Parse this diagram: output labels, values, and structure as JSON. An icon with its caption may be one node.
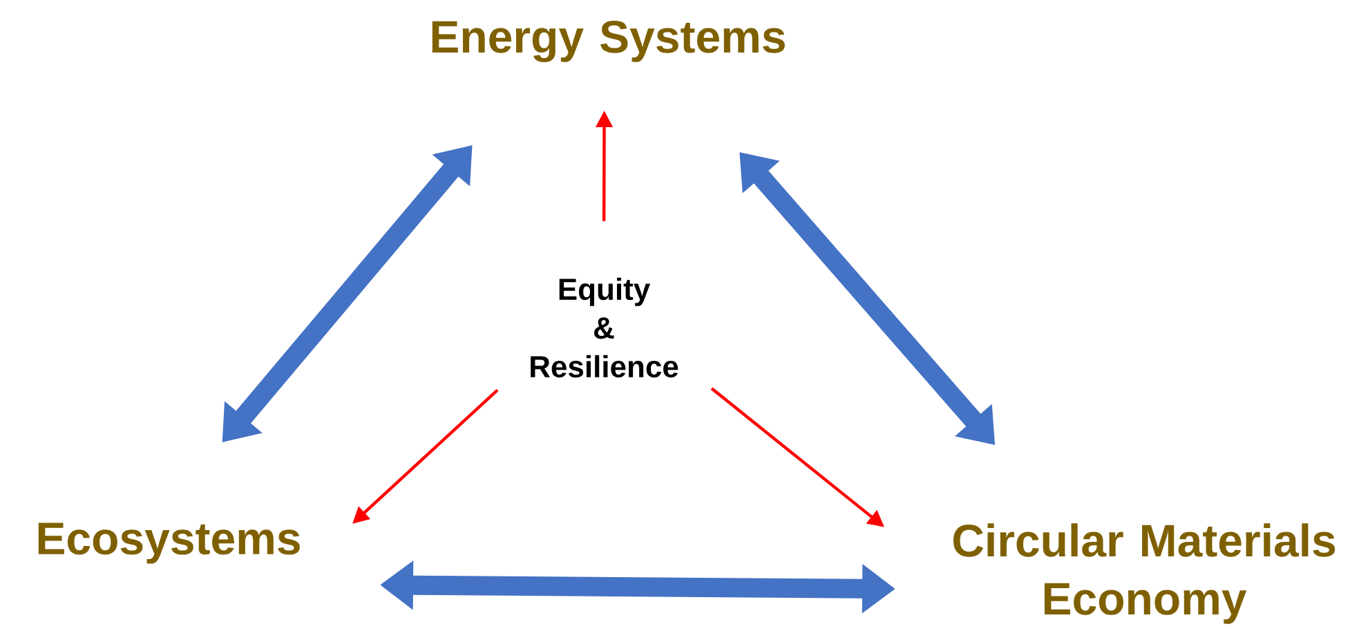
{
  "diagram": {
    "nodes": [
      {
        "text": [
          "Energy Systems"
        ]
      },
      {
        "text": [
          "Equity & Resilience"
        ]
      },
      {
        "text": [
          "Ecosystems"
        ]
      },
      {
        "text": [
          "Circular Materials Economy"
        ]
      }
    ],
    "edges": [
      {
        "from": 0,
        "to": 2,
        "arrow": "both",
        "style": "thick",
        "color": "#4472c4"
      },
      {
        "from": 0,
        "to": 3,
        "arrow": "both",
        "style": "thick",
        "color": "#4472c4"
      },
      {
        "from": 2,
        "to": 3,
        "arrow": "both",
        "style": "thick",
        "color": "#4472c4"
      },
      {
        "from": 1,
        "to": 0,
        "arrow": "to",
        "color": "#ff0000"
      },
      {
        "from": 1,
        "to": 2,
        "arrow": "to",
        "color": "#ff0000"
      },
      {
        "from": 1,
        "to": 3,
        "arrow": "to",
        "color": "#ff0000"
      }
    ]
  }
}
